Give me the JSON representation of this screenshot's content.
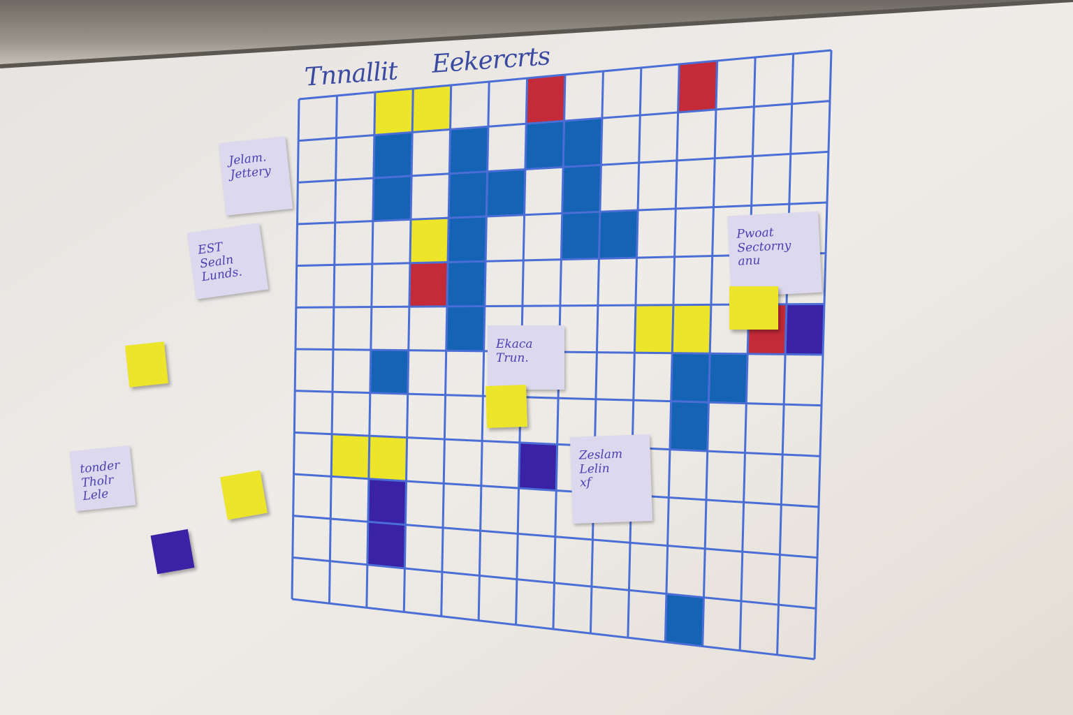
{
  "board": {
    "title_left": "Tnnallit",
    "title_right": "Eekercrts"
  },
  "colors": {
    "grid_line": "#4a6ed6",
    "blue": "#1463b4",
    "yellow": "#ede52a",
    "red": "#c42a38",
    "purple": "#3a22a6",
    "note_bg": "#dcd8ee",
    "ink": "#4a3fb0",
    "wall": "#dcd6cd"
  },
  "notes": [
    {
      "lines": [
        "Jelam.",
        "Jettery"
      ]
    },
    {
      "lines": [
        "EST",
        "Sealn",
        "Lunds."
      ]
    },
    {
      "lines": [
        "Ekaca",
        "Trun."
      ]
    },
    {
      "lines": [
        "Pwoat",
        "Sectorny",
        "anu"
      ]
    },
    {
      "lines": [
        "Zeslam",
        "Lelin",
        "xf"
      ]
    },
    {
      "lines": [
        "tonder",
        "Tholr",
        "Lele"
      ]
    }
  ],
  "loose_tiles": [
    "yellow",
    "yellow",
    "purple",
    "yellow",
    "yellow"
  ],
  "grid": {
    "rows": 12,
    "cols": 14,
    "filled_cells": [
      {
        "r": 0,
        "c": 2,
        "color": "yellow"
      },
      {
        "r": 0,
        "c": 3,
        "color": "yellow"
      },
      {
        "r": 0,
        "c": 6,
        "color": "red"
      },
      {
        "r": 0,
        "c": 10,
        "color": "red"
      },
      {
        "r": 1,
        "c": 2,
        "color": "blue"
      },
      {
        "r": 1,
        "c": 4,
        "color": "blue"
      },
      {
        "r": 1,
        "c": 6,
        "color": "blue"
      },
      {
        "r": 1,
        "c": 7,
        "color": "blue"
      },
      {
        "r": 2,
        "c": 2,
        "color": "blue"
      },
      {
        "r": 2,
        "c": 4,
        "color": "blue"
      },
      {
        "r": 2,
        "c": 5,
        "color": "blue"
      },
      {
        "r": 2,
        "c": 7,
        "color": "blue"
      },
      {
        "r": 3,
        "c": 3,
        "color": "yellow"
      },
      {
        "r": 3,
        "c": 4,
        "color": "blue"
      },
      {
        "r": 3,
        "c": 7,
        "color": "blue"
      },
      {
        "r": 3,
        "c": 8,
        "color": "blue"
      },
      {
        "r": 4,
        "c": 3,
        "color": "red"
      },
      {
        "r": 4,
        "c": 4,
        "color": "blue"
      },
      {
        "r": 5,
        "c": 4,
        "color": "blue"
      },
      {
        "r": 5,
        "c": 9,
        "color": "yellow"
      },
      {
        "r": 5,
        "c": 10,
        "color": "yellow"
      },
      {
        "r": 5,
        "c": 12,
        "color": "red"
      },
      {
        "r": 5,
        "c": 13,
        "color": "purple"
      },
      {
        "r": 6,
        "c": 2,
        "color": "blue"
      },
      {
        "r": 6,
        "c": 10,
        "color": "blue"
      },
      {
        "r": 6,
        "c": 11,
        "color": "blue"
      },
      {
        "r": 7,
        "c": 10,
        "color": "blue"
      },
      {
        "r": 8,
        "c": 1,
        "color": "yellow"
      },
      {
        "r": 8,
        "c": 2,
        "color": "yellow"
      },
      {
        "r": 8,
        "c": 6,
        "color": "purple"
      },
      {
        "r": 9,
        "c": 2,
        "color": "purple"
      },
      {
        "r": 10,
        "c": 2,
        "color": "purple"
      },
      {
        "r": 11,
        "c": 10,
        "color": "blue"
      }
    ]
  }
}
